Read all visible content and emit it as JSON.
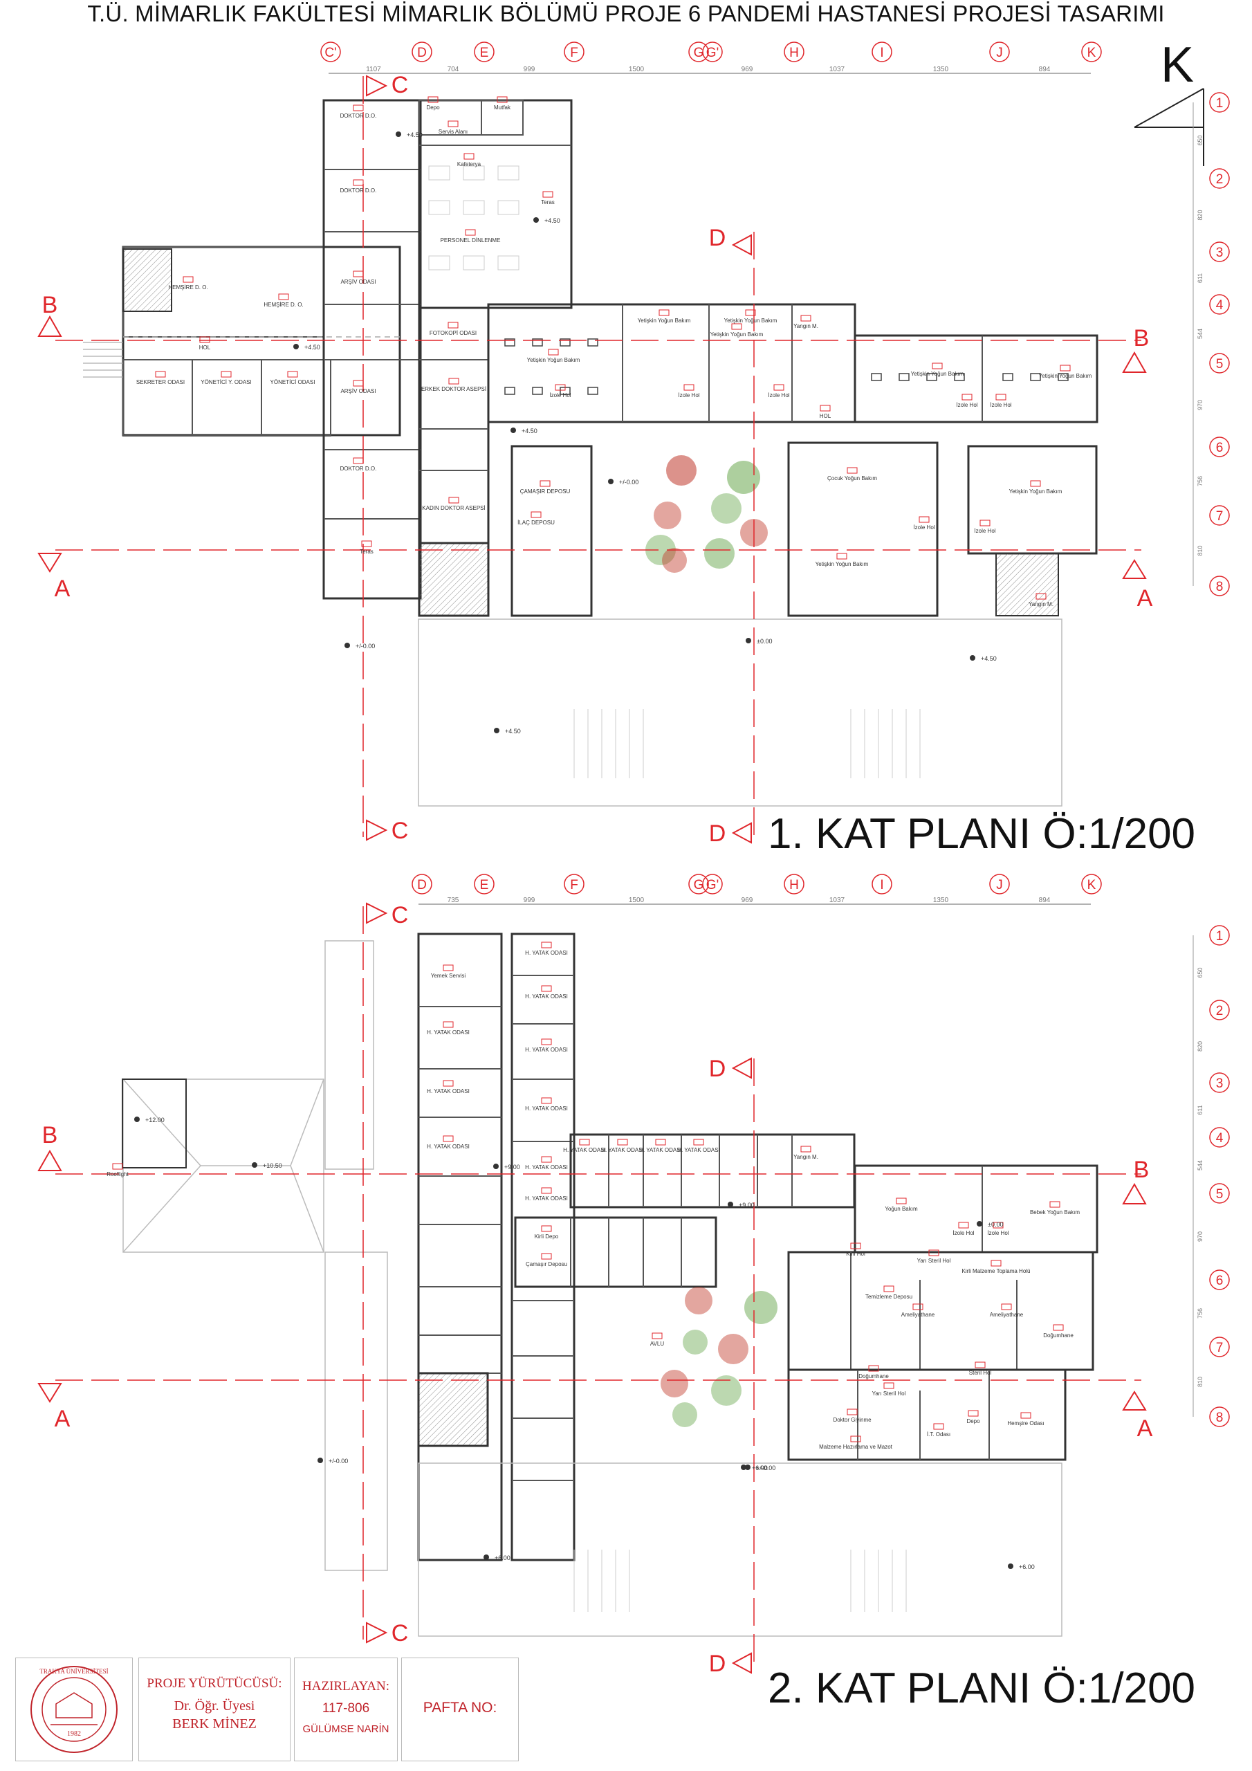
{
  "sheet_title": "T.Ü. MİMARLIK FAKÜLTESİ MİMARLIK BÖLÜMÜ PROJE 6 PANDEMİ HASTANESİ PROJESİ TASARIMI",
  "colors": {
    "grid_red": "#e0262b",
    "wall": "#333333",
    "light": "#999999",
    "tree_green": "#6aa84f",
    "tree_red": "#c0392b"
  },
  "north_label": "K",
  "axes_plan1": [
    "C'",
    "D",
    "E",
    "F",
    "G",
    "G'",
    "H",
    "I",
    "J",
    "K"
  ],
  "axes_plan2": [
    "D",
    "E",
    "F",
    "G",
    "G'",
    "H",
    "I",
    "J",
    "K"
  ],
  "axes_rows": [
    "1",
    "2",
    "3",
    "4",
    "5",
    "6",
    "7",
    "8"
  ],
  "dims_plan1": [
    "1107",
    "704",
    "999",
    "1500",
    "969",
    "1037",
    "1350",
    "894"
  ],
  "dims_plan2": [
    "735",
    "999",
    "1500",
    "969",
    "1037",
    "1350",
    "894"
  ],
  "row_dims": [
    "650",
    "820",
    "611",
    "544",
    "970",
    "756",
    "810"
  ],
  "sections": {
    "A": "A",
    "B": "B",
    "C": "C",
    "D": "D"
  },
  "plan1": {
    "title": "1. KAT PLANI Ö:1/200",
    "rooms": [
      "DOKTOR D.O.",
      "DOKTOR D.O.",
      "ARŞİV ODASI",
      "ARŞİV ODASI",
      "DOKTOR D.O.",
      "Depo",
      "Mutfak",
      "Servis Alanı",
      "Kafeterya",
      "Teras",
      "PERSONEL DİNLENME",
      "HEMŞİRE D. O.",
      "HEMŞİRE D. O.",
      "HOL",
      "SEKRETER ODASI",
      "YÖNETİCİ Y. ODASI",
      "YÖNETİCİ ODASI",
      "FOTOKOPİ ODASI",
      "ERKEK DOKTOR ASEPSİ",
      "KADIN DOKTOR ASEPSİ",
      "ÇAMAŞIR DEPOSU",
      "İLAÇ DEPOSU",
      "Yetişkin Yoğun Bakım",
      "Yetişkin Yoğun Bakım",
      "Yetişkin Yoğun Bakım",
      "Yetişkin Yoğun Bakım",
      "Yangın M.",
      "İzole Hol",
      "İzole Hol",
      "İzole Hol",
      "HOL",
      "Yetişkin Yoğun Bakım",
      "Yetişkin Yoğun Bakım",
      "İzole Hol",
      "İzole Hol",
      "Çocuk Yoğun Bakım",
      "İzole Hol",
      "Yetişkin Yoğun Bakım",
      "Yetişkin Yoğun Bakım",
      "İzole Hol",
      "Yangın M.",
      "Teras"
    ],
    "levels": [
      "+4.50",
      "+4.50",
      "+4.50",
      "+4.50",
      "+/-0.00",
      "+/-0.00",
      "±0.00",
      "+4.50",
      "+4.50"
    ]
  },
  "plan2": {
    "title": "2. KAT PLANI Ö:1/200",
    "rooms": [
      "Yemek Servisi",
      "H. YATAK ODASI",
      "H. YATAK ODASI",
      "H. YATAK ODASI",
      "H. YATAK ODASI",
      "H. YATAK ODASI",
      "H. YATAK ODASI",
      "H. YATAK ODASI",
      "H. YATAK ODASI",
      "H. YATAK ODASI",
      "Rooflight",
      "Kirli Depo",
      "Çamaşır Deposu",
      "H. YATAK ODASI",
      "H. YATAK ODASI",
      "H. YATAK ODASI",
      "H. YATAK ODASI",
      "Yangın M.",
      "Yoğun Bakım",
      "Bebek Yoğun Bakım",
      "İzole Hol",
      "İzole Hol",
      "Yarı Steril Hol",
      "Kirli Hol",
      "Kirli Malzeme Toplama Holü",
      "Temizleme Deposu",
      "Ameliyathane",
      "Ameliyathane",
      "Doğumhane",
      "Doğumhane",
      "Yarı Steril Hol",
      "Steril Hol",
      "Doktor Giyinme",
      "İ.T. Odası",
      "Depo",
      "Hemşire Odası",
      "Malzeme Hazırlama ve Mazot",
      "AVLU"
    ],
    "levels": [
      "+12.00",
      "+10.50",
      "+9.00",
      "+9.00",
      "+/-0.00",
      "+/-0.00",
      "±0.00",
      "+6.00",
      "+6.00",
      "+6.00"
    ]
  },
  "title_block": {
    "proje_label": "PROJE YÜRÜTÜCÜSÜ:",
    "instructor_title": "Dr. Öğr. Üyesi",
    "instructor_name": "BERK MİNEZ",
    "hazirlayan_label": "HAZIRLAYAN:",
    "student_no": "117-806",
    "student_name": "GÜLÜMSE NARİN",
    "pafta_label": "PAFTA NO:",
    "logo_text": "TRAKYA ÜNİVERSİTESİ",
    "logo_year": "1982"
  }
}
